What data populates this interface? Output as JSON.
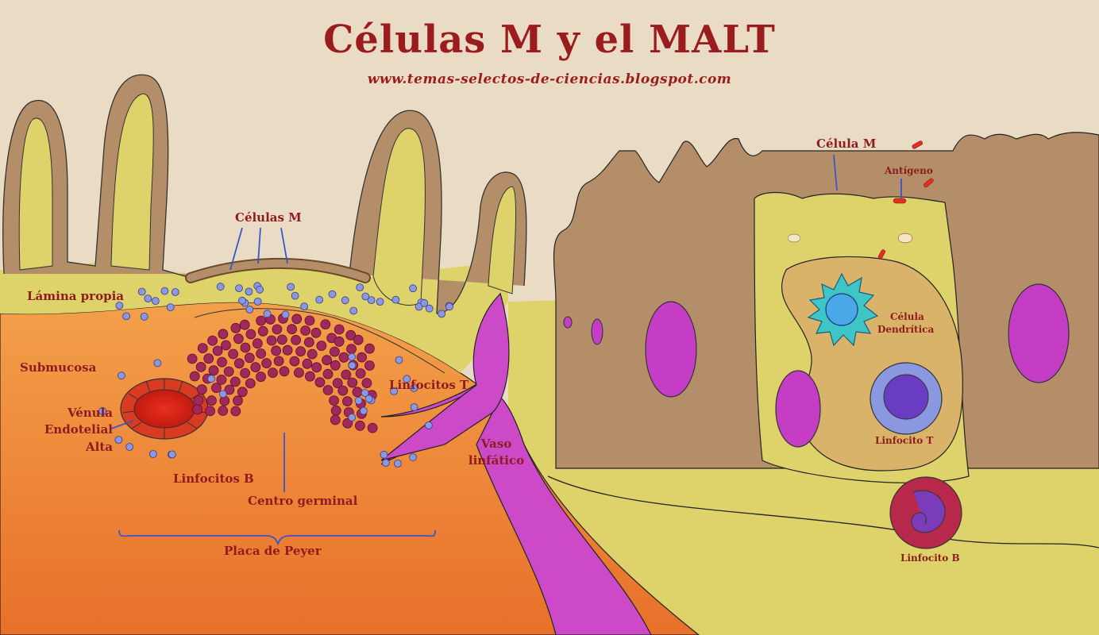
{
  "title": "Células M y el MALT",
  "subtitle": "www.temas-selectos-de-ciencias.blogspot.com",
  "labels": {
    "celulas_m": "Células M",
    "lamina_propia": "Lámina propia",
    "submucosa": "Submucosa",
    "venula_1": "Vénula",
    "venula_2": "Endotelial",
    "venula_3": "Alta",
    "linfocitos_t": "Linfocitos T",
    "linfocitos_b": "Linfocitos B",
    "centro_germinal": "Centro germinal",
    "placa_de_peyer": "Placa de Peyer",
    "vaso_1": "Vaso",
    "vaso_2": "linfático",
    "celula_m": "Célula M",
    "antigeno": "Antígeno",
    "celula_dend_1": "Célula",
    "celula_dend_2": "Dendrítica",
    "linfocito_t": "Linfocito T",
    "linfocito_b": "Linfocito B"
  },
  "colors": {
    "title": "#9b1c1f",
    "label": "#8e1b1e",
    "pointer": "#3a55c8",
    "background": "#eadcc4",
    "lamina": "#ddd36a",
    "submucosa": "#ee8a36",
    "lymph_vessel": "#cc4ac8",
    "epithelial_cell": "#b48e68",
    "nucleus": "#c53dc4",
    "b_lymph": "#a0285a",
    "t_lymph": "#6a4cc2"
  }
}
